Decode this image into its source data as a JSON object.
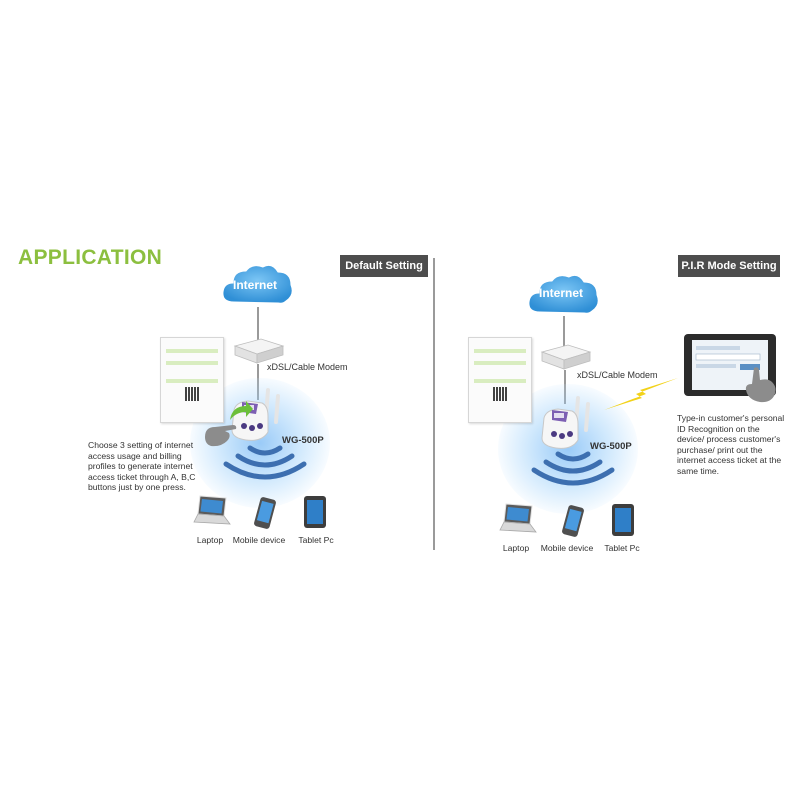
{
  "title": "APPLICATION",
  "left_panel": {
    "tag": "Default Setting",
    "cloud": "Internet",
    "modem": "xDSL/Cable Modem",
    "device": "WG-500P",
    "description": "Choose 3 setting of internet access usage and billing profiles to  generate internet access ticket through A, B,C buttons just by one press.",
    "description_lines": [
      "Choose 3 setting of internet",
      "access usage and billing",
      "profiles to  generate internet",
      "access ticket through A, B,C",
      "buttons just by one press."
    ],
    "devices": [
      "Laptop",
      "Mobile device",
      "Tablet Pc"
    ]
  },
  "right_panel": {
    "tag": "P.I.R Mode Setting",
    "cloud": "Internet",
    "modem": "xDSL/Cable Modem",
    "device": "WG-500P",
    "description": "Type-in customer's personal ID Recognition on the device/ process customer's purchase/ print out the internet access ticket at the same time.",
    "description_lines": [
      "Type-in customer's personal",
      "ID Recognition on the",
      "device/ process customer's",
      "purchase/ print out the",
      "internet access ticket at the",
      "same time."
    ],
    "devices": [
      "Laptop",
      "Mobile device",
      "Tablet Pc"
    ]
  },
  "colors": {
    "heading": "#8cbf3f",
    "cloud": "#4aa8e8",
    "tag_bg": "#4d4d4d",
    "signal": "#3d6fb0",
    "lightning": "#f2d21a"
  }
}
